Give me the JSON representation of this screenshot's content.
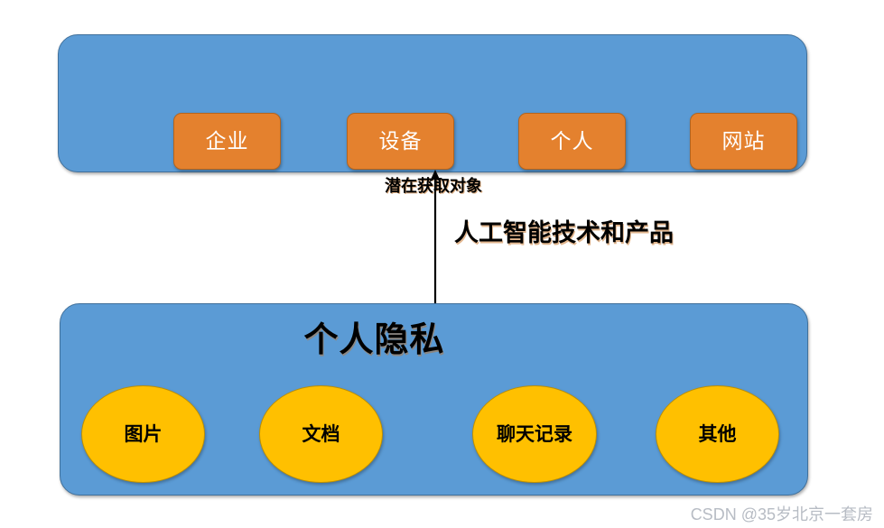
{
  "diagram": {
    "colors": {
      "panel_fill": "#5B9BD5",
      "panel_border": "#41719C",
      "orange_fill": "#E4812E",
      "orange_border": "#B2641F",
      "ellipse_fill": "#FFC000",
      "ellipse_border": "#BF9000",
      "text_dark": "#000000",
      "text_light": "#FFFFFF",
      "watermark": "#B7BCC4",
      "background": "#FFFFFF"
    },
    "top_panel": {
      "caption": "潜在获取对象",
      "boxes": [
        {
          "label": "企业"
        },
        {
          "label": "设备"
        },
        {
          "label": "个人"
        },
        {
          "label": "网站"
        }
      ]
    },
    "connector": {
      "label": "人工智能技术和产品",
      "direction": "up",
      "icon": "arrow-up-icon"
    },
    "bottom_panel": {
      "heading": "个人隐私",
      "ellipses": [
        {
          "label": "图片"
        },
        {
          "label": "文档"
        },
        {
          "label": "聊天记录"
        },
        {
          "label": "其他"
        }
      ]
    },
    "watermark": "CSDN @35岁北京一套房"
  }
}
